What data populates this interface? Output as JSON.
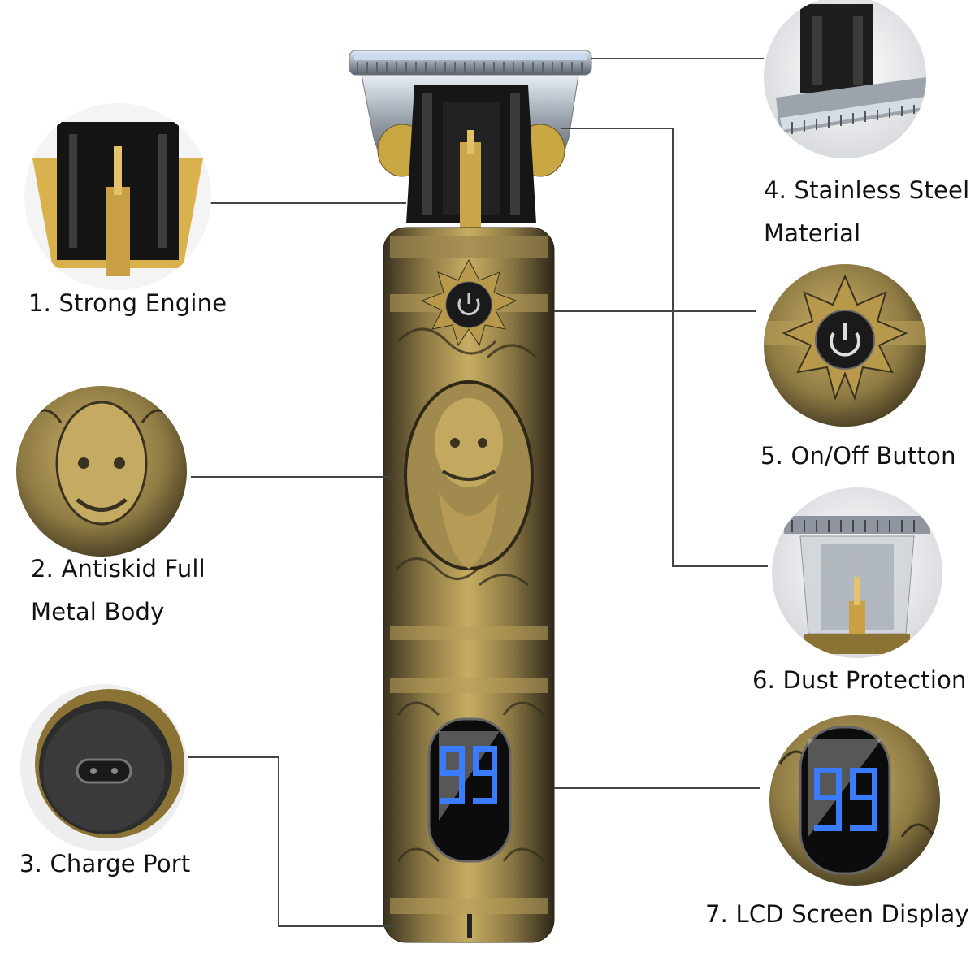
{
  "features": [
    {
      "label": "1. Strong Engine"
    },
    {
      "label": "2. Antiskid Full",
      "label2": "Metal Body"
    },
    {
      "label": "3. Charge Port"
    },
    {
      "label": "4. Stainless Steel",
      "label2": "Material"
    },
    {
      "label": "5. On/Off Button"
    },
    {
      "label": "6. Dust Protection"
    },
    {
      "label": "7. LCD Screen Display"
    }
  ],
  "colors": {
    "gold": "#b79a4a",
    "dark": "#2b2618",
    "blue": "#3a7bff",
    "line": "#444444"
  }
}
